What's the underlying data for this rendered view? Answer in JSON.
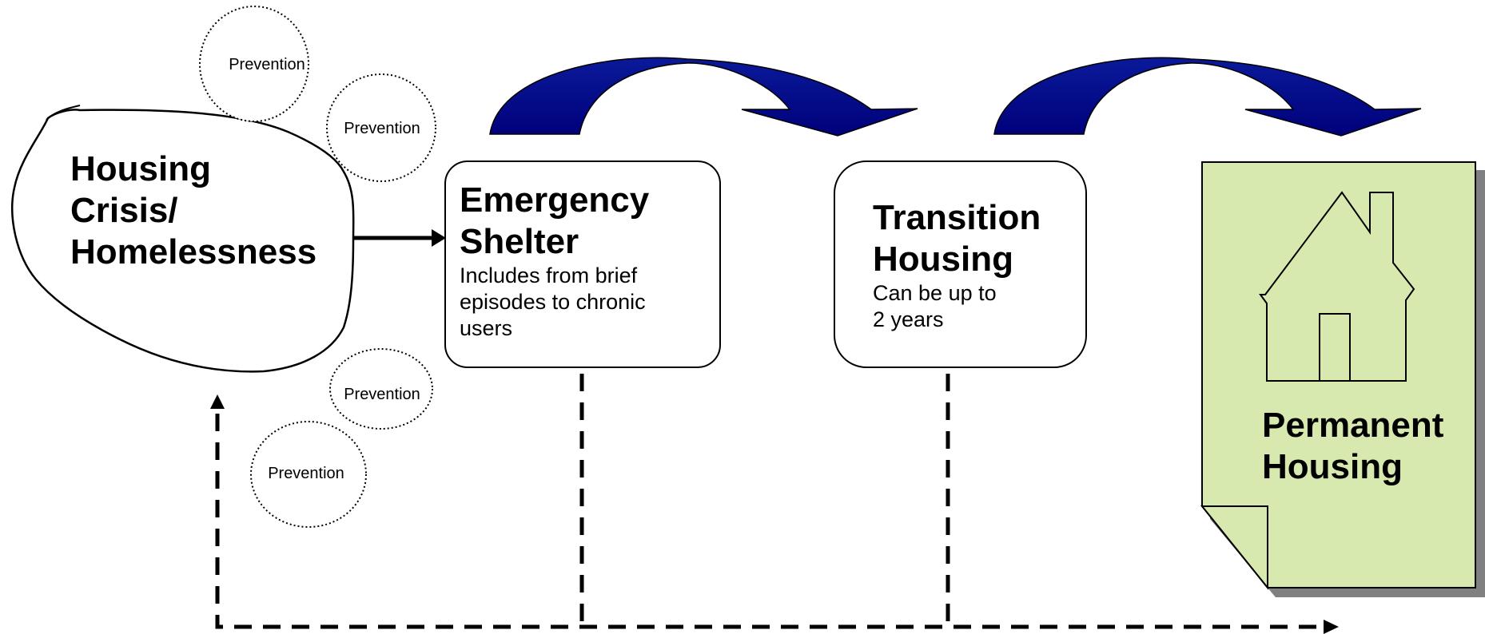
{
  "crisis": {
    "label_lines": [
      "Housing",
      "Crisis/",
      "Homelessness"
    ]
  },
  "prevention": {
    "label": "Prevention"
  },
  "emergency_shelter": {
    "title_lines": [
      "Emergency",
      "Shelter"
    ],
    "desc_lines": [
      "Includes from brief",
      "episodes to chronic",
      "users"
    ]
  },
  "transition_housing": {
    "title_lines": [
      "Transition",
      "Housing"
    ],
    "desc_lines": [
      "Can be up to",
      "2 years"
    ]
  },
  "permanent_housing": {
    "title_lines": [
      "Permanent",
      "Housing"
    ]
  },
  "colors": {
    "curved_arrow_fill": "#00007f",
    "permanent_fill": "#d8e9b0",
    "shadow": "#808080",
    "stroke": "#000000"
  },
  "icons": [
    "curved-arrow",
    "house-icon",
    "dashed-return-arrow",
    "solid-arrow"
  ]
}
